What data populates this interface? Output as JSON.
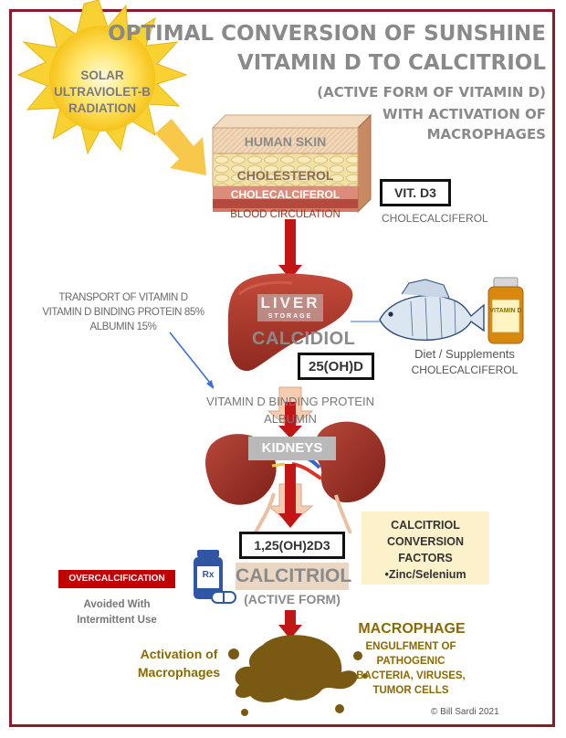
{
  "title": {
    "line1": "OPTIMAL CONVERSION OF SUNSHINE",
    "line2": "VITAMIN D TO CALCITRIOL",
    "line3": "(ACTIVE FORM OF VITAMIN D)",
    "line4": "WITH ACTIVATION OF",
    "line5": "MACROPHAGES"
  },
  "sun": {
    "line1": "SOLAR",
    "line2": "ULTRAVIOLET-B",
    "line3": "RADIATION"
  },
  "skin": {
    "human_skin": "HUMAN SKIN",
    "cholesterol": "CHOLESTEROL",
    "cholecalciferol": "CHOLECALCIFEROL",
    "blood": "BLOOD CIRCULATION",
    "vit_d3_box": "VIT. D3",
    "vit_d3_caption": "CHOLECALCIFEROL"
  },
  "transport": {
    "line1": "TRANSPORT OF VITAMIN D",
    "line2": "VITAMIN D BINDING PROTEIN 85%",
    "line3": "ALBUMIN 15%"
  },
  "liver": {
    "label": "LIVER",
    "sublabel": "STORAGE",
    "calcidiol": "CALCIDIOL",
    "box": "25(OH)D"
  },
  "diet": {
    "bottle_label": "VITAMIN D",
    "line1": "Diet / Supplements",
    "line2": "CHOLECALCIFEROL"
  },
  "binding": {
    "line1": "VITAMIN D BINDING PROTEIN",
    "line2": "ALBUMIN"
  },
  "kidneys": {
    "label": "KIDNEYS"
  },
  "calcitriol": {
    "box": "1,25(OH)2D3",
    "name": "CALCITRIOL",
    "sub": "(ACTIVE FORM)",
    "rx": "Rx"
  },
  "factors": {
    "line1": "CALCITRIOL",
    "line2": "CONVERSION",
    "line3": "FACTORS",
    "line4": "•Zinc/Selenium"
  },
  "overcalc": {
    "label": "OVERCALCIFICATION",
    "line1": "Avoided With",
    "line2": "Intermittent Use"
  },
  "macrophage": {
    "title": "MACROPHAGE",
    "line1": "ENGULFMENT OF",
    "line2": "PATHOGENIC",
    "line3": "BACTERIA, VIRUSES,",
    "line4": "TUMOR CELLS",
    "activation1": "Activation of",
    "activation2": "Macrophages"
  },
  "credit": "© Bill Sardi 2021",
  "colors": {
    "frame": "#8b1a2b",
    "arrow": "#c21515",
    "title": "#8a8a8a",
    "gold": "#8a6a00",
    "overcalc": "#c00000"
  }
}
